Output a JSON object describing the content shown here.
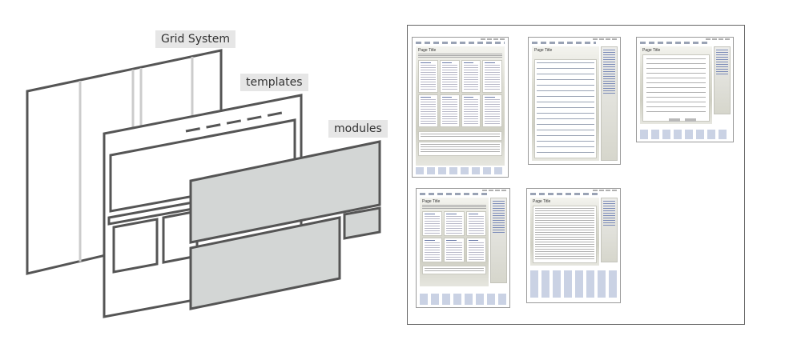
{
  "diagram": {
    "layers": [
      {
        "label": "Grid System",
        "fill": "#ffffff",
        "stroke": "#555555"
      },
      {
        "label": "templates",
        "fill": "#ffffff",
        "stroke": "#555555"
      },
      {
        "label": "modules",
        "fill": "#d3d6d5",
        "stroke": "#555555"
      }
    ],
    "colors": {
      "grid_line": "#cccccc",
      "label_bg": "#e6e6e6"
    }
  },
  "examples": {
    "thumbnails": [
      {
        "title": "Page Title",
        "layout": "card-grid"
      },
      {
        "title": "Page Title",
        "layout": "list-table"
      },
      {
        "title": "Page Title",
        "layout": "form"
      },
      {
        "title": "Page Title",
        "layout": "card-grid"
      },
      {
        "title": "Page Title",
        "layout": "article"
      }
    ]
  }
}
